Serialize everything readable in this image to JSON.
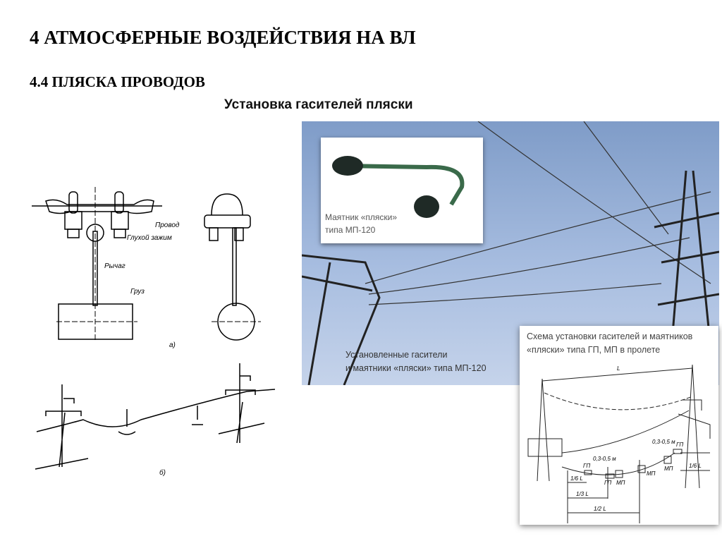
{
  "slide": {
    "title": "4 АТМОСФЕРНЫЕ ВОЗДЕЙСТВИЯ НА ВЛ",
    "subtitle": "4.4 ПЛЯСКА ПРОВОДОВ",
    "caption": "Установка гасителей пляски"
  },
  "drawing": {
    "labels": {
      "wire": "Провод",
      "clamp": "Глухой зажим",
      "lever": "Рычаг",
      "weight": "Груз",
      "fig_a": "а)",
      "fig_b": "б)"
    }
  },
  "photo": {
    "inset_caption_line1": "Маятник «пляски»",
    "inset_caption_line2": "типа МП-120",
    "caption_line1": "Установленные гасители",
    "caption_line2": "и маятники «пляски» типа МП-120"
  },
  "scheme": {
    "caption_line1": "Схема установки гасителей и маятников",
    "caption_line2": "«пляски» типа ГП, МП в пролете",
    "labels": {
      "L": "L",
      "gp": "ГП",
      "mp": "МП",
      "sixth": "1/6 L",
      "third": "1/3 L",
      "half": "1/2 L",
      "offset": "0,3-0,5 м"
    }
  }
}
